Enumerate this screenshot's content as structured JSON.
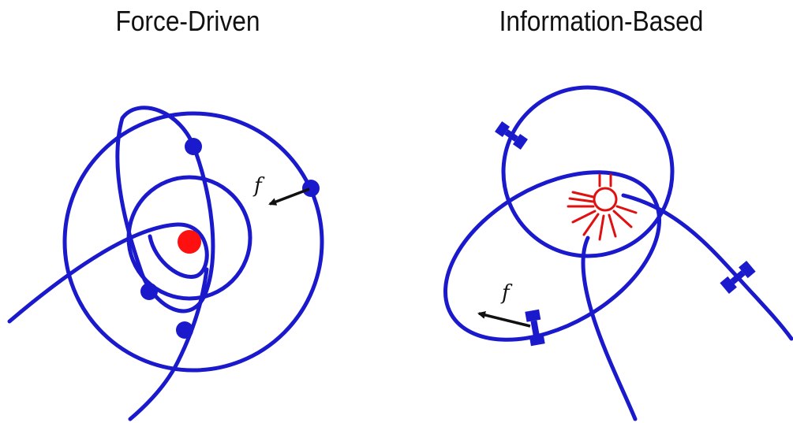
{
  "panels": {
    "left": {
      "title": "Force-Driven",
      "force_label": "f"
    },
    "right": {
      "title": "Information-Based",
      "force_label": "f"
    }
  },
  "colors": {
    "trajectory": "#1a1acc",
    "attractor": "#e01010",
    "force_arrow": "#111111"
  },
  "icons": {
    "left_center": "red-attractor-dot",
    "right_center": "light-bulb-icon",
    "right_agents": "satellite-icon"
  }
}
